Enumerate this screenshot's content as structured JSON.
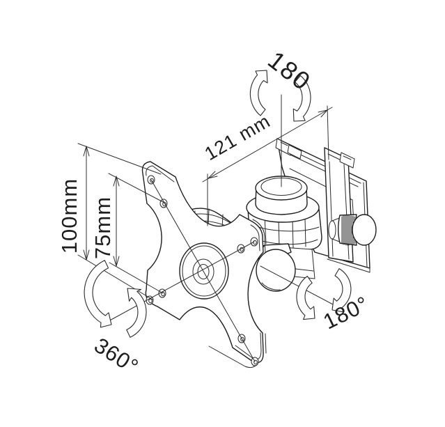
{
  "diagram": {
    "background_color": "#ffffff",
    "line_color": "#1e1e1e",
    "labels": {
      "rotation_top": "180",
      "depth": "121 mm",
      "vesa_height": "100mm",
      "vesa_inner": "75mm",
      "rotation_plate": "360°",
      "rotation_side": "180°"
    }
  }
}
